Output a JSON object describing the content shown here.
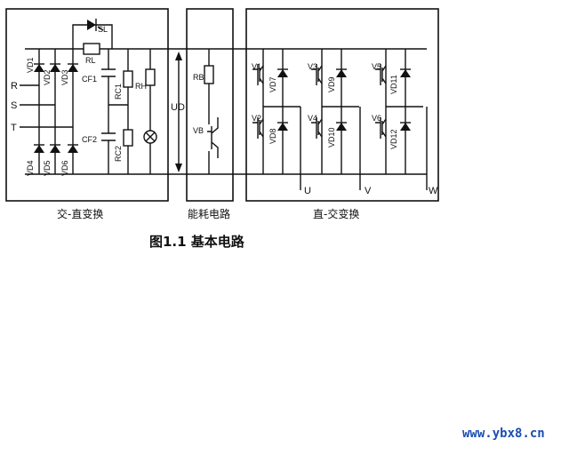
{
  "sections": {
    "rectifier": "交-直变换",
    "braking": "能耗电路",
    "inverter": "直-交变换"
  },
  "caption": "图1.1 基本电路",
  "watermark": "www.ybx8.cn",
  "inputs": {
    "r": "R",
    "s": "S",
    "t": "T"
  },
  "outputs": {
    "u": "U",
    "v": "V",
    "w": "W"
  },
  "labels": {
    "vd1": "VD1",
    "vd2": "VD2",
    "vd3": "VD3",
    "vd4": "VD4",
    "vd5": "VD5",
    "vd6": "VD6",
    "sl": "SL",
    "rl": "RL",
    "cf1": "CF1",
    "cf2": "CF2",
    "rc1": "RC1",
    "rc2": "RC2",
    "rh": "RH",
    "ud": "UD",
    "rb": "RB",
    "vb": "VB",
    "v1": "V1",
    "v2": "V2",
    "v3": "V3",
    "v4": "V4",
    "v5": "V5",
    "v6": "V6",
    "vd7": "VD7",
    "vd8": "VD8",
    "vd9": "VD9",
    "vd10": "VD10",
    "vd11": "VD11",
    "vd12": "VD12"
  },
  "colors": {
    "line": "#111111",
    "watermark": "#1a4fb0"
  }
}
